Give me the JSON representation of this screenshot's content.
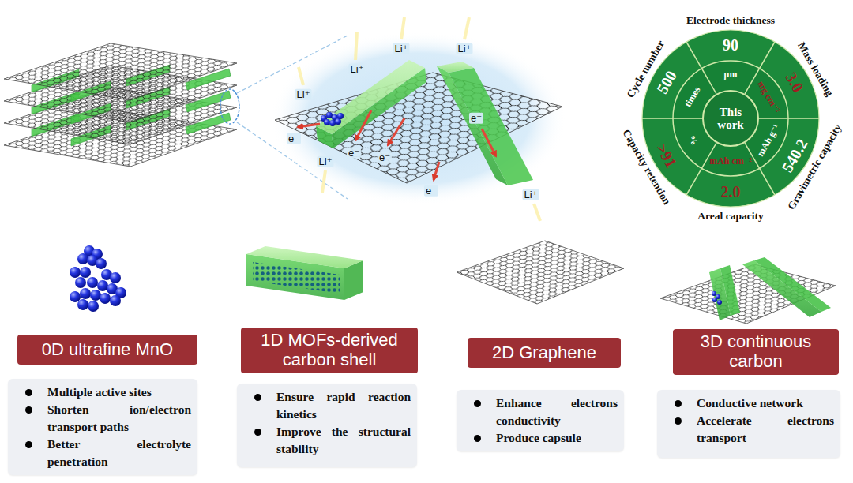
{
  "diagram": {
    "nodes": [
      {
        "text": [
          "This work"
        ]
      },
      {
        "text": [
          "0D ultrafine MnO"
        ]
      },
      {
        "text": [
          "Multiple active sites",
          "Shorten ion/electron transport paths",
          "Better electrolyte penetration"
        ]
      },
      {
        "text": [
          "1D MOFs-derived carbon shell"
        ]
      },
      {
        "text": [
          "Ensure rapid reaction kinetics",
          "Improve the structural stability"
        ]
      },
      {
        "text": [
          "2D Graphene"
        ]
      },
      {
        "text": [
          "Enhance electrons conductivity",
          "Produce capsule"
        ]
      },
      {
        "text": [
          "3D continuous carbon"
        ]
      },
      {
        "text": [
          "Conductive network",
          "Accelerate electrons transport"
        ]
      }
    ],
    "labels": [
      "Li⁺",
      "Li⁺",
      "Li⁺",
      "Li⁺",
      "Li⁺",
      "Li⁺",
      "e⁻",
      "e⁻",
      "e⁻",
      "e⁻",
      "e⁻",
      "Electrode thickness",
      "Mass loading",
      "Gravimetric capacity",
      "Areal capacity",
      "Capacity retention",
      "Cycle number",
      "90",
      "3.0",
      "540.2",
      "2.0",
      ">91",
      "500",
      "μm",
      "mg cm⁻²",
      "mAh g⁻¹",
      "mAh cm⁻²",
      "%",
      "times"
    ]
  }
}
